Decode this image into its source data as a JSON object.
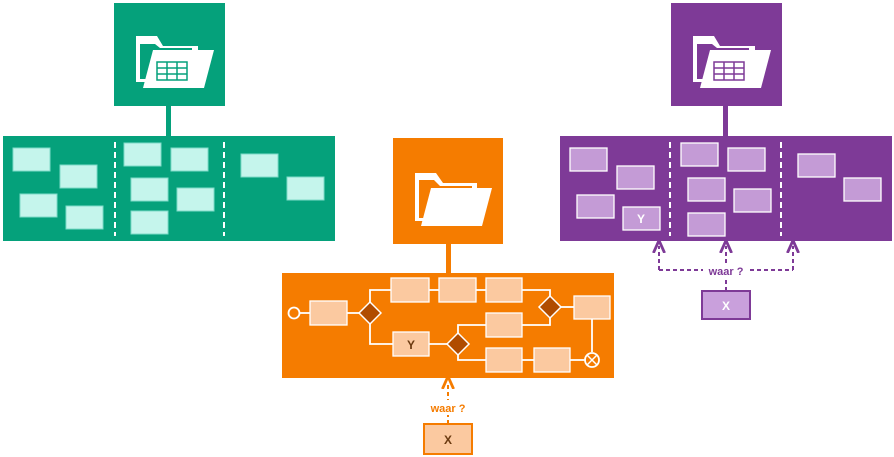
{
  "colors": {
    "green": "#05a17b",
    "green_card": "#c5f5ec",
    "orange": "#f57c00",
    "orange_card": "#fbc9a0",
    "orange_diamond": "#b04c00",
    "purple": "#7e3a97",
    "purple_card": "#c49bd6",
    "purple_x": "#c9a0dc",
    "white": "#ffffff"
  },
  "icons": {
    "folder_table": "folder-with-table-icon",
    "folder_open": "folder-open-icon",
    "start_event": "start-event-circle-icon",
    "end_event": "end-event-cross-circle-icon",
    "gateway": "gateway-diamond-icon"
  },
  "orange_panel": {
    "y_label": "Y",
    "query_label": "waar ?",
    "x_label": "X"
  },
  "purple_panel": {
    "y_label": "Y",
    "query_label": "waar ?",
    "x_label": "X"
  }
}
